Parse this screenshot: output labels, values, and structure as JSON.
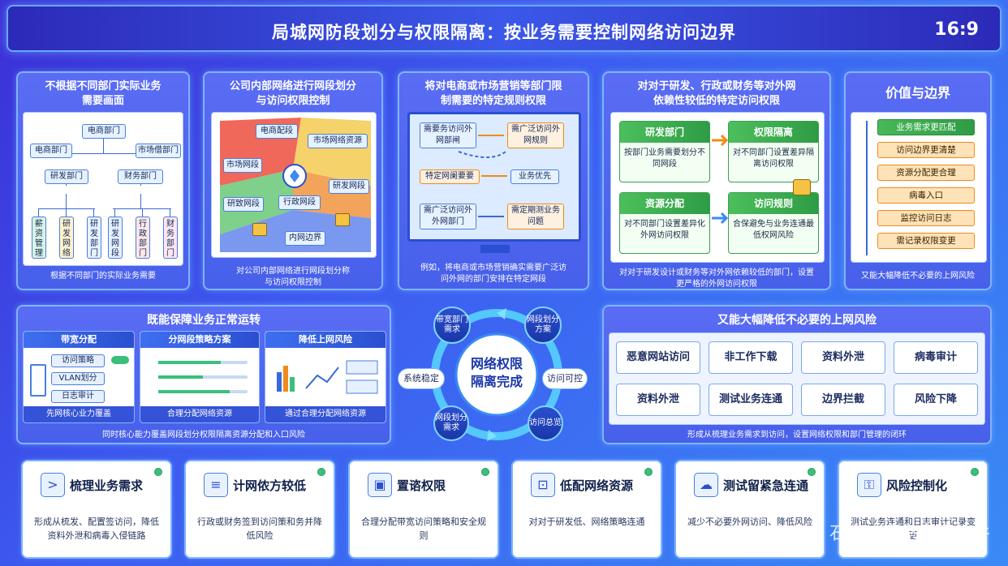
{
  "header": {
    "title": "局城网防段划分与权限隔离：按业务需要控制网络访问边界",
    "ratio": "16:9"
  },
  "panel1": {
    "title": "不根据不同部门实际业务需要画面",
    "nodes": {
      "top": "电商部门",
      "left": "电商部门",
      "right": "市场借部门",
      "mid_left": "研发部门",
      "mid_right": "财务部门"
    },
    "leaves": [
      "薪资管理",
      "研发网络",
      "研发部门",
      "研发网段",
      "行政部门",
      "财务部门"
    ],
    "caption": "根据不同部门的实际业务需要"
  },
  "panel2": {
    "title": "公司内部网络进行网段划分与访问权限控制",
    "labels": {
      "a": "电商配段",
      "b": "市场网络资源",
      "c": "市场网段",
      "d": "研发网段",
      "e": "研致网段",
      "f": "行政网段",
      "g": "内网边界"
    },
    "caption": "对公司内部网络进行网段划分称与访问权限控制"
  },
  "panel3": {
    "title": "将对电商或市场营销等部门限制需要的特定规则权限",
    "boxes": {
      "a": "需要务访问外网部闸",
      "b": "需广泛访问外网规则",
      "c": "特定网阑要要",
      "d": "业务优先",
      "e": "需广泛访问外外网部门",
      "f": "需定期测业务问题"
    },
    "caption": "例如，将电商或市场营销确实需要广泛访问外网的部门安排在特定网段"
  },
  "panel4": {
    "title": "对对于研发、行政或财务等对外网依赖性较低的特定访问权限",
    "boxes": [
      {
        "head": "研发部门",
        "body": "按部门业务需要划分不同网段"
      },
      {
        "head": "权限隔离",
        "body": "对不同部门设置差异隔离访问权限"
      },
      {
        "head": "资源分配",
        "body": "对不同部门设置差异化外网访问权限"
      },
      {
        "head": "访问规则",
        "body": "合保避免与业务连通最低权网风险"
      }
    ],
    "caption": "对对于研发设计或财务等对外网依赖较低的部门，设置更严格的外网访问权限"
  },
  "panel5": {
    "title": "价值与边界",
    "items": [
      "业务需求更匹配",
      "访问边界更清楚",
      "资源分配更合理",
      "病毒入口",
      "监控访问日志",
      "需记录权限变更"
    ],
    "caption": "又能大幅降低不必要的上网风险"
  },
  "left_mid": {
    "title": "既能保障业务正常运转",
    "cards": [
      {
        "head": "带宽分配",
        "pills": [
          "访问策略",
          "VLAN划分",
          "日志审计"
        ],
        "foot": "先网核心业力覆盖"
      },
      {
        "head": "分网段策略方案",
        "foot": "合理分配网络资源"
      },
      {
        "head": "降低上网风险",
        "foot": "通过合理分配网络资源"
      }
    ],
    "caption": "同时核心能力覆盖网段划分权限隔离资源分配和入口风险"
  },
  "center": {
    "core": "网络权限隔离完成",
    "ring": [
      "带宽部门需求",
      "网段划分方案",
      "访问可控",
      "访问总览",
      "网段划分需求",
      "系统稳定"
    ]
  },
  "right_mid": {
    "title": "又能大幅降低不必要的上网风险",
    "risks": [
      "恶意网站访问",
      "非工作下载",
      "资料外泄",
      "病毒审计",
      "资料外泄",
      "测试业务连通",
      "边界拦截",
      "风险下降"
    ],
    "caption": "形成从梳理业务需求到访问，设置网络权限和部门管理的闭环"
  },
  "bottom": [
    {
      "icon": ">",
      "title": "梳理业务需求",
      "text": "形成从梳发、配置签访问，降低资料外泄和病毒入侵链路"
    },
    {
      "icon": "≡",
      "title": "计网侬方较低",
      "text": "行政或财务签到访问策和务并降低风险"
    },
    {
      "icon": "▣",
      "title": "置谘权限",
      "text": "合理分配带宽访问策略和安全规则"
    },
    {
      "icon": "⊡",
      "title": "低配网络资源",
      "text": "对对于研发低、网络策略连通"
    },
    {
      "icon": "☁",
      "title": "测试留紧急连通",
      "text": "减少不必要外网访问、降低风险"
    },
    {
      "icon": "⚿",
      "title": "风险控制化",
      "text": "测试业务连通和日志审计记录变更"
    }
  ],
  "watermark": "石家庄洞察号眼软件",
  "colors": {
    "accent": "#3a6ad8",
    "green": "#2e9c45",
    "orange": "#f08a1c"
  }
}
